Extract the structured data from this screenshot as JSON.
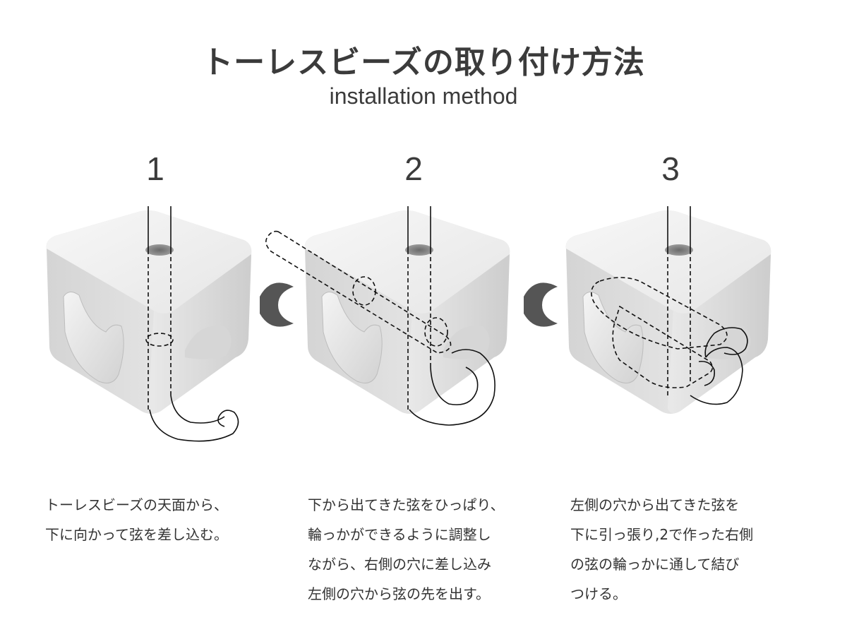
{
  "title": "トーレスビーズの取り付け方法",
  "subtitle": "installation method",
  "steps": [
    {
      "number": "1",
      "lines": [
        "トーレスビーズの天面から、",
        "下に向かって弦を差し込む。"
      ]
    },
    {
      "number": "2",
      "lines": [
        "下から出てきた弦をひっぱり、",
        "輪っかができるように調整し",
        "ながら、右側の穴に差し込み",
        "左側の穴から弦の先を出す。"
      ]
    },
    {
      "number": "3",
      "lines": [
        "左側の穴から出てきた弦を",
        "下に引っ張り,2で作った右側",
        "の弦の輪っかに通して結び",
        "つける。"
      ]
    }
  ],
  "colors": {
    "text": "#3b3b3b",
    "bead_light": "#f2f2f2",
    "bead_mid": "#dcdcdc",
    "bead_dark": "#c4c4c4",
    "arrow": "#555555"
  }
}
